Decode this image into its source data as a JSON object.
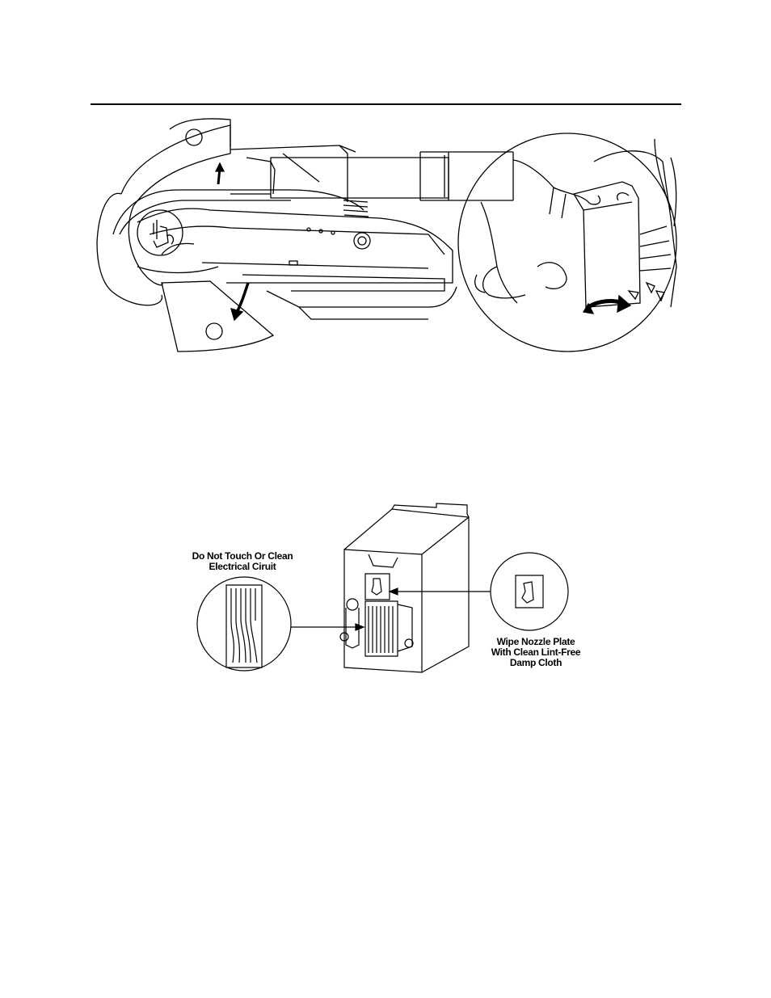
{
  "callouts": {
    "electrical": {
      "line1": "Do Not Touch Or Clean",
      "line2": "Electrical Ciruit"
    },
    "nozzle": {
      "line1": "Wipe Nozzle Plate",
      "line2": "With Clean Lint-Free",
      "line3": "Damp Cloth"
    }
  },
  "icons": {
    "printer": "printer-carriage-illustration",
    "hand": "hand-removing-cartridge-illustration",
    "cartridge": "ink-cartridge-illustration"
  }
}
